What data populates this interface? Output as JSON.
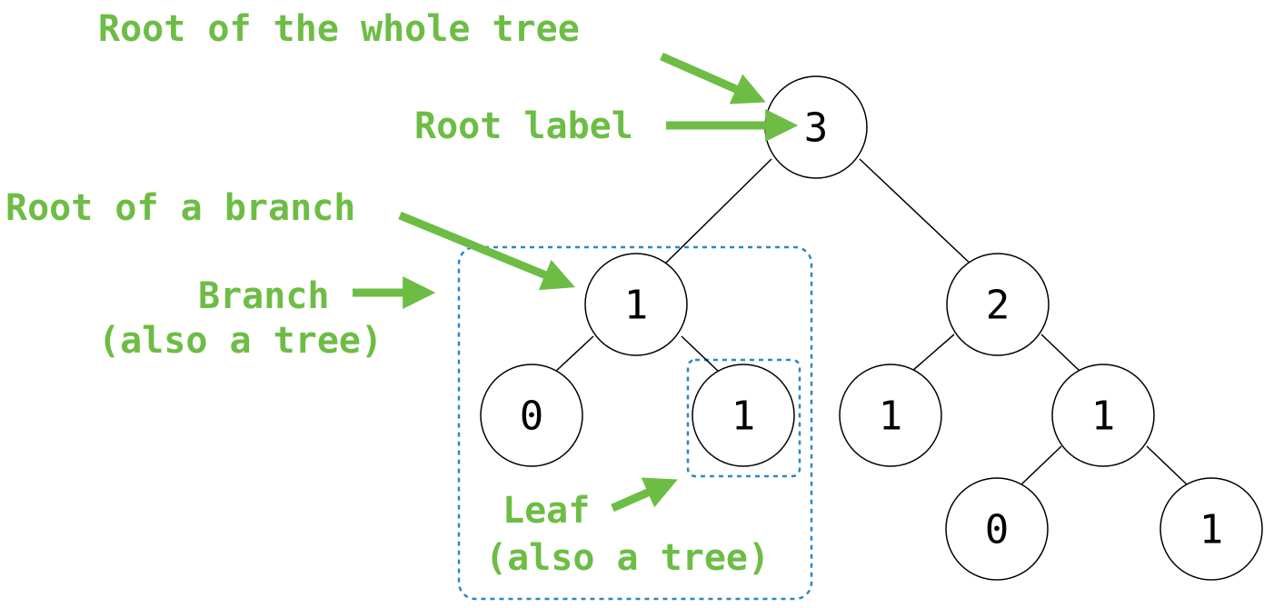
{
  "colors": {
    "annotation": "#6dbd45",
    "highlight_box": "#2b87c8",
    "node_stroke": "#000000"
  },
  "annotations": {
    "root_of_tree": "Root of the whole tree",
    "root_label": "Root label",
    "root_of_branch": "Root of a branch",
    "branch_line1": "Branch",
    "branch_line2": "(also a tree)",
    "leaf_line1": "Leaf",
    "leaf_line2": "(also a tree)"
  },
  "tree": {
    "root": "3",
    "left": "1",
    "left_left": "0",
    "left_right": "1",
    "right": "2",
    "right_left": "1",
    "right_right": "1",
    "right_right_left": "0",
    "right_right_right": "1"
  }
}
